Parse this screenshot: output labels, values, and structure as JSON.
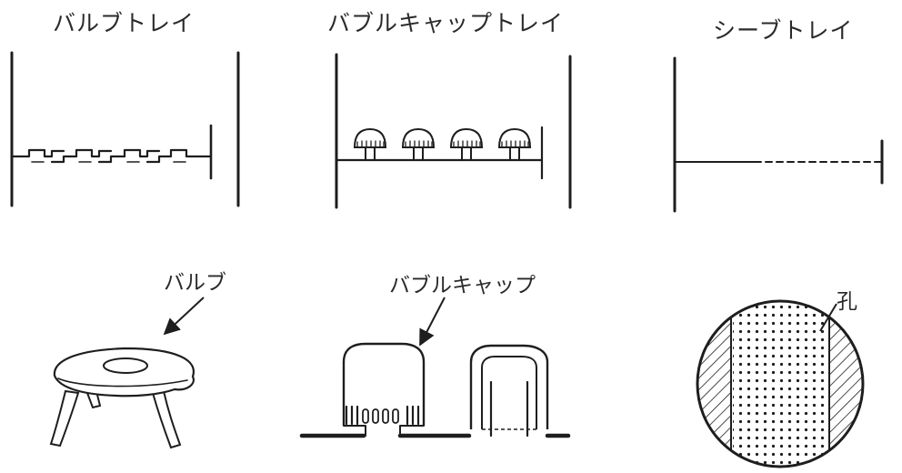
{
  "diagram": {
    "titles": {
      "valve_tray": "バルブトレイ",
      "bubble_cap_tray": "バブルキャップトレイ",
      "sieve_tray": "シーブトレイ"
    },
    "callouts": {
      "valve": "バルブ",
      "bubble_cap": "バブルキャップ",
      "hole": "孔"
    }
  }
}
